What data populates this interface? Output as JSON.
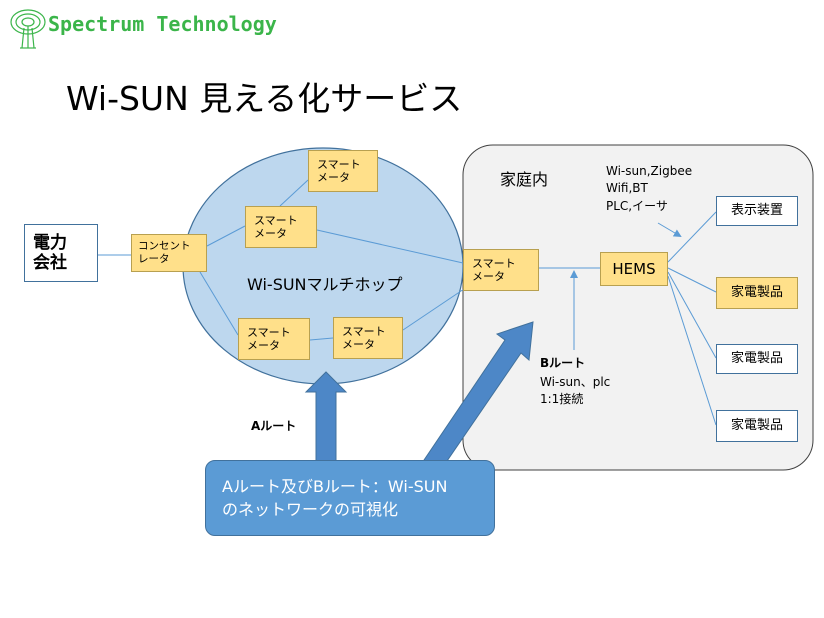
{
  "logo": {
    "text": "Spectrum Technology",
    "icon": "tree-logo-icon",
    "color": "#3bb54a"
  },
  "title": "Wi-SUN 見える化サービス",
  "diagram": {
    "power_company": "電力\n会社",
    "concentrator": "コンセント\nレータ",
    "smart_meter": "スマート\nメータ",
    "multihop_label": "Wi-SUNマルチホップ",
    "home_label": "家庭内",
    "home_protocols": "Wi-sun,Zigbee\nWifi,BT\nPLC,イーサ",
    "hems": "HEMS",
    "display_device": "表示装置",
    "appliance": "家電製品",
    "b_route_title": "Bルート",
    "b_route_detail": "Wi-sun、plc\n1:1接続",
    "a_route": "Aルート",
    "callout": "Aルート及びBルート：Wi-SUN\nのネットワークの可視化"
  },
  "colors": {
    "ellipse_fill": "#bdd7ee",
    "ellipse_stroke": "#41719c",
    "home_fill": "#f2f2f2",
    "meter_fill": "#ffe08a",
    "appliance_highlight": "#ffe08a",
    "arrow_fill": "#4d87c7",
    "callout_fill": "#5b9bd5"
  }
}
